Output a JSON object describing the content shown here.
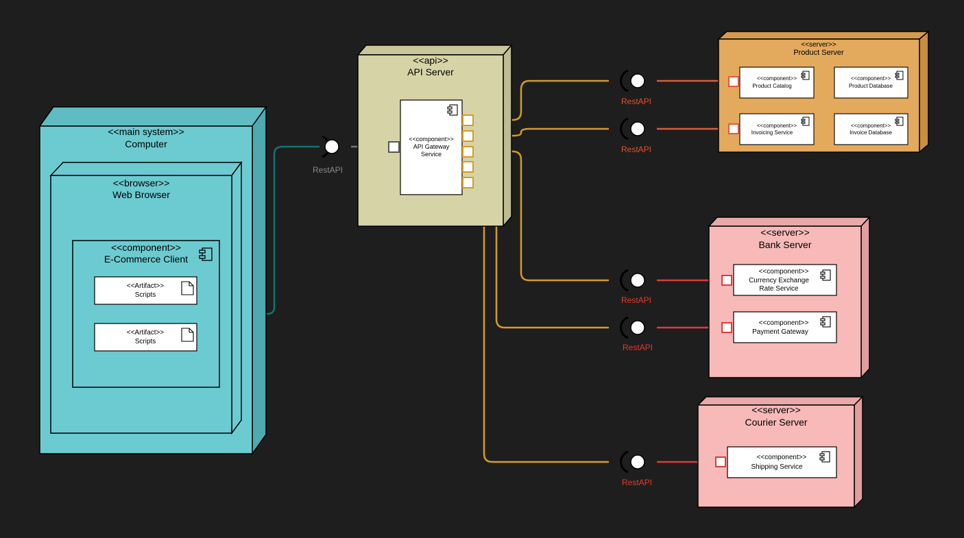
{
  "colors": {
    "background": "#1e1e1e",
    "computer": "#6ccbd1",
    "api_server": "#d6d4a6",
    "product_server": "#e3a95c",
    "bank_server": "#f8b9b9",
    "courier_server": "#f8b9b9",
    "client_link": "#137276",
    "gateway_link": "#d79b24",
    "rest_link": "#e05a3a",
    "rest_label_red": "#e8502a",
    "rest_label_gray": "#888888"
  },
  "nodes": {
    "computer": {
      "stereotype": "<<main system>>",
      "name": "Computer"
    },
    "browser": {
      "stereotype": "<<browser>>",
      "name": "Web Browser"
    },
    "client": {
      "stereotype": "<<component>>",
      "name": "E-Commerce Client"
    },
    "artifact_1": {
      "stereotype": "<<Artifact>>",
      "name": "Scripts"
    },
    "artifact_2": {
      "stereotype": "<<Artifact>>",
      "name": "Scripts"
    },
    "api_server": {
      "stereotype": "<<api>>",
      "name": "API Server"
    },
    "gateway": {
      "stereotype": "<<component>>",
      "name_line1": "API Gateway",
      "name_line2": "Service"
    },
    "product_server": {
      "stereotype": "<<server>>",
      "name": "Product Server"
    },
    "product_catalog": {
      "stereotype": "<<component>>",
      "name": "Product Catalog"
    },
    "product_database": {
      "stereotype": "<<component>>",
      "name": "Product Database"
    },
    "invoicing_service": {
      "stereotype": "<<component>>",
      "name": "Invoicing Service"
    },
    "invoice_database": {
      "stereotype": "<<component>>",
      "name": "Invoice Database"
    },
    "bank_server": {
      "stereotype": "<<server>>",
      "name": "Bank Server"
    },
    "currency_exchange": {
      "stereotype": "<<component>>",
      "name_line1": "Currency Exchange",
      "name_line2": "Rate Service"
    },
    "payment_gateway": {
      "stereotype": "<<component>>",
      "name": "Payment Gateway"
    },
    "courier_server": {
      "stereotype": "<<server>>",
      "name": "Courier Server"
    },
    "shipping_service": {
      "stereotype": "<<component>>",
      "name": "Shipping Service"
    }
  },
  "interfaces": {
    "client_api": "RestAPI",
    "product_catalog": "RestAPI",
    "invoicing": "RestAPI",
    "currency": "RestAPI",
    "payment": "RestAPI",
    "shipping": "RestAPI"
  }
}
